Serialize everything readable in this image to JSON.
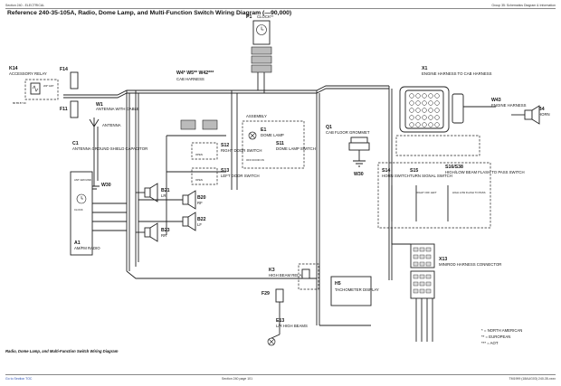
{
  "header": {
    "left": "Section 240 - ELECTRICAL",
    "right": "Group 35: Schematics Diagram & Information",
    "title": "Reference 240-35-105A, Radio, Dome Lamp, and Multi-Function Switch Wiring Diagram (—90,000)"
  },
  "caption": "Radio, Dome Lamp, and Multi-Function Switch Wiring Diagram",
  "footer": {
    "left": "Go to Section TOC",
    "mid": "Section 240 page 101",
    "right": "TM1999 (18AUG03) 240-35-xxxx"
  },
  "components": {
    "p1": {
      "code": "P1",
      "name": "CLOCK**"
    },
    "k14": {
      "code": "K14",
      "name": "ACCESSORY RELAY",
      "relay_pins": "86  85  87  30",
      "wire_label": "W4*  ADT"
    },
    "f14": {
      "code": "F14"
    },
    "f11": {
      "code": "F11"
    },
    "w1": {
      "code": "W1",
      "name": "ANTENNA WITH CABLE"
    },
    "antenna": {
      "name": "ANTENNA"
    },
    "c1": {
      "code": "C1",
      "name": "ANTENNA GROUND SHIELD CAPACITOR"
    },
    "w30_left": {
      "code": "W30"
    },
    "ant_ground": {
      "name": "ANT GROUND"
    },
    "a1": {
      "code": "A1",
      "name": "AM/FM RADIO",
      "clock_label": "CLOCK"
    },
    "harness": {
      "codes": "W4*   W5**   W42***",
      "name": "CAB HARNESS"
    },
    "assembly": {
      "name": "ASSEMBLY"
    },
    "e1": {
      "code": "E1",
      "name": "DOME LAMP"
    },
    "s11": {
      "code": "S11",
      "name": "DOME LAMP SWITCH",
      "positions": "OFF  DOOR  ON"
    },
    "s12": {
      "code": "S12",
      "name": "RIGHT DOOR SWITCH",
      "state": "OPEN"
    },
    "s13": {
      "code": "S13",
      "name": "LEFT DOOR SWITCH",
      "state": "OPEN"
    },
    "b21": {
      "code": "B21",
      "name": "LR"
    },
    "b20": {
      "code": "B20",
      "name": "RF"
    },
    "b22": {
      "code": "B22",
      "name": "LF"
    },
    "b23": {
      "code": "B23",
      "name": "RR"
    },
    "q1": {
      "code": "Q1",
      "name": "CAB FLOOR GROMMET"
    },
    "w30_mid": {
      "code": "W30"
    },
    "x1": {
      "code": "X1",
      "name": "ENGINE HARNESS TO CAB HARNESS"
    },
    "w43": {
      "code": "W43",
      "name": "ENGINE HARNESS"
    },
    "b4": {
      "code": "B4",
      "name": "HORN"
    },
    "s14": {
      "code": "S14",
      "name": "HORN SWITCH"
    },
    "s15": {
      "code": "S15",
      "name": "TURN SIGNAL SWITCH",
      "positions": "RIGHT  OFF  LEFT"
    },
    "s16": {
      "code": "S16/S38",
      "name": "HIGH/LOW BEAM FLASH TO PASS SWITCH",
      "positions": "HIGH  LOW  FLASH TO PASS"
    },
    "k3": {
      "code": "K3",
      "name": "HIGH BEAM RELAY"
    },
    "f29": {
      "code": "F29"
    },
    "e13": {
      "code": "E13",
      "name": "L/R HIGH BEAMS"
    },
    "h5": {
      "code": "H5",
      "name": "TACHOMETER DISPLAY"
    },
    "x13": {
      "code": "X13",
      "name": "MINIROD HARNESS CONNECTOR"
    }
  },
  "legend": {
    "items": [
      "* = NORTH AMERICAN",
      "** = EUROPEAN",
      "*** = AOT"
    ]
  }
}
